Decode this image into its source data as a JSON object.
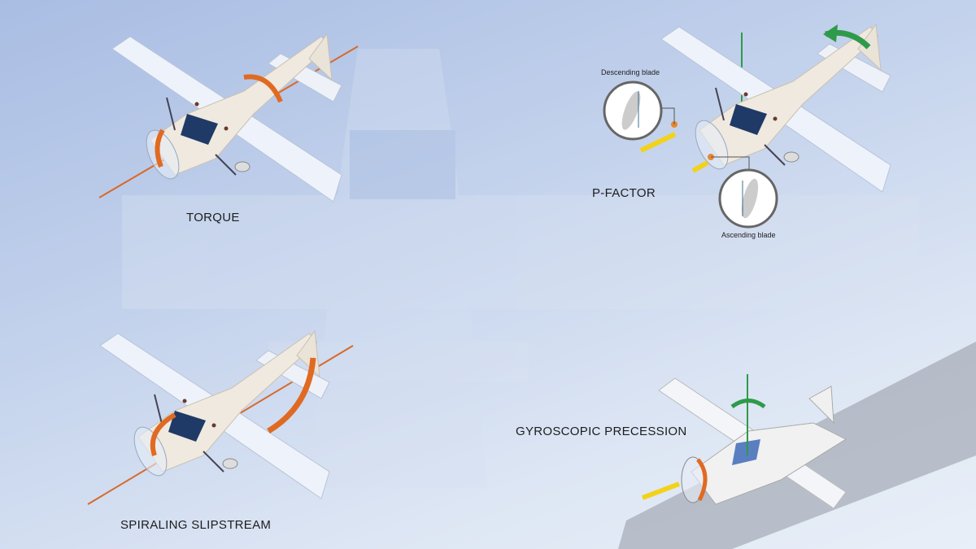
{
  "panels": {
    "torque": {
      "title": "TORQUE"
    },
    "p_factor": {
      "title": "P-FACTOR",
      "descending_blade": "Descending blade",
      "ascending_blade": "Ascending blade"
    },
    "spiraling_slipstream": {
      "title": "SPIRALING SLIPSTREAM"
    },
    "gyroscopic_precession": {
      "title": "GYROSCOPIC PRECESSION"
    }
  },
  "colors": {
    "axis_orange": "#d9692a",
    "rotation_green": "#2e9a4a",
    "thrust_yellow": "#f2d21a",
    "windshield": "#1f3a66"
  }
}
